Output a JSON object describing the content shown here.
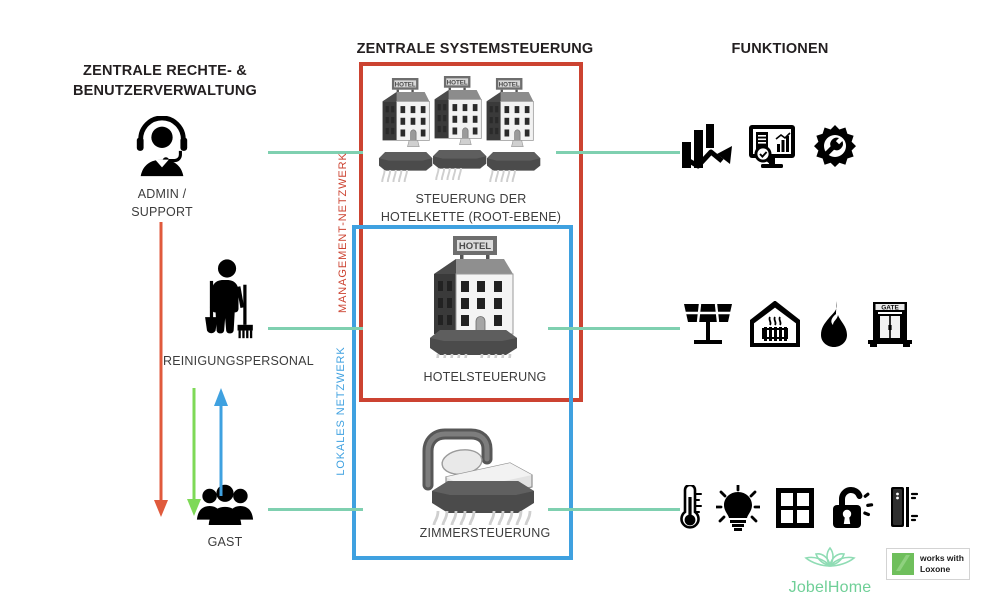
{
  "columns": {
    "left_heading": "ZENTRALE RECHTE- &\nBENUTZERVERWALTUNG",
    "left_heading_line1": "ZENTRALE RECHTE- &",
    "left_heading_line2": "BENUTZERVERWALTUNG",
    "middle_heading": "ZENTRALE SYSTEMSTEUERUNG",
    "right_heading": "FUNKTIONEN"
  },
  "actors": [
    {
      "id": "admin",
      "label_line1": "ADMIN /",
      "label_line2": "SUPPORT",
      "icon": "headset-support-person-icon"
    },
    {
      "id": "cleaning",
      "label_line1": "REINIGUNGSPERSONAL",
      "label_line2": "",
      "icon": "cleaning-staff-person-icon"
    },
    {
      "id": "guest",
      "label_line1": "GAST",
      "label_line2": "",
      "icon": "group-of-guests-icon"
    }
  ],
  "networks": [
    {
      "id": "management",
      "label": "MANAGEMENT-NETZWERK",
      "color": "#cc4331"
    },
    {
      "id": "local",
      "label": "LOKALES NETZWERK",
      "color": "#3fa1e0"
    }
  ],
  "control_levels": [
    {
      "id": "hotel-chain",
      "label_line1": "STEUERUNG DER",
      "label_line2": "HOTELKETTE (ROOT-EBENE)",
      "icon": "three-hotel-buildings-chip-icon"
    },
    {
      "id": "hotel",
      "label_line1": "HOTELSTEUERUNG",
      "label_line2": "",
      "icon": "single-hotel-building-chip-icon"
    },
    {
      "id": "room",
      "label_line1": "ZIMMERSTEUERUNG",
      "label_line2": "",
      "icon": "bed-chip-icon"
    }
  ],
  "functions": [
    {
      "row": 1,
      "icons": [
        {
          "name": "growth-analytics-chart-icon"
        },
        {
          "name": "monitoring-dashboard-icon"
        },
        {
          "name": "gear-wrench-maintenance-icon"
        }
      ]
    },
    {
      "row": 2,
      "icons": [
        {
          "name": "solar-panel-icon"
        },
        {
          "name": "house-heating-radiator-icon"
        },
        {
          "name": "flame-gas-icon"
        },
        {
          "name": "gate-entrance-icon"
        }
      ]
    },
    {
      "row": 3,
      "icons": [
        {
          "name": "thermometer-icon"
        },
        {
          "name": "light-bulb-icon"
        },
        {
          "name": "window-icon"
        },
        {
          "name": "unlocked-padlock-icon"
        },
        {
          "name": "door-sensor-icon"
        }
      ]
    }
  ],
  "arrows": [
    {
      "id": "admin-to-guest",
      "color": "#e05a3c",
      "direction": "down"
    },
    {
      "id": "cleaning-to-guest",
      "color": "#7ed957",
      "direction": "down"
    },
    {
      "id": "guest-upward",
      "color": "#3fa1e0",
      "direction": "up"
    }
  ],
  "connector_color": "#7fd0b0",
  "logos": {
    "jobelhome": {
      "name": "JobelHome",
      "color": "#6fcf97",
      "icon": "leaf-lotus-icon"
    },
    "loxone": {
      "line1": "works with",
      "line2": "Loxone",
      "color": "#6fbf5c",
      "icon": "loxone-green-swatch-icon"
    }
  }
}
